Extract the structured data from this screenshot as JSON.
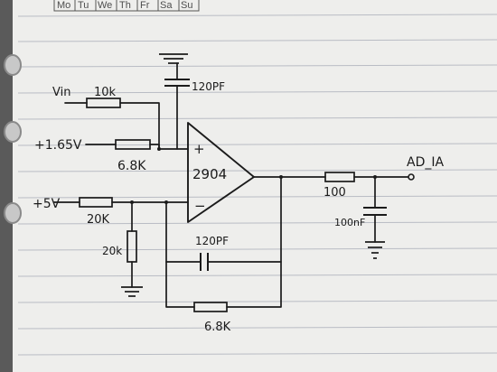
{
  "page": {
    "paper_color": "#eeeeec",
    "rule_color": "#b9bcc4",
    "ink_color": "#1b1b1b",
    "ring_color": "#c8c8c8",
    "weekdays": [
      "Mo",
      "Tu",
      "We",
      "Th",
      "Fr",
      "Sa",
      "Su"
    ]
  },
  "diagram": {
    "opamp_label": "2904",
    "plus_sign": "+",
    "minus_sign": "−",
    "input_vin": "Vin",
    "input_bias": "+1.65V",
    "input_5v": "+5V",
    "r_vin": "10k",
    "r_bias": "6.8K",
    "c_supply": "120PF",
    "r_5v": "20K",
    "r_div": "20k",
    "c_feedback": "120PF",
    "r_feedback": "6.8K",
    "r_out": "100",
    "c_out": "100nF",
    "output_label": "AD_IA"
  }
}
